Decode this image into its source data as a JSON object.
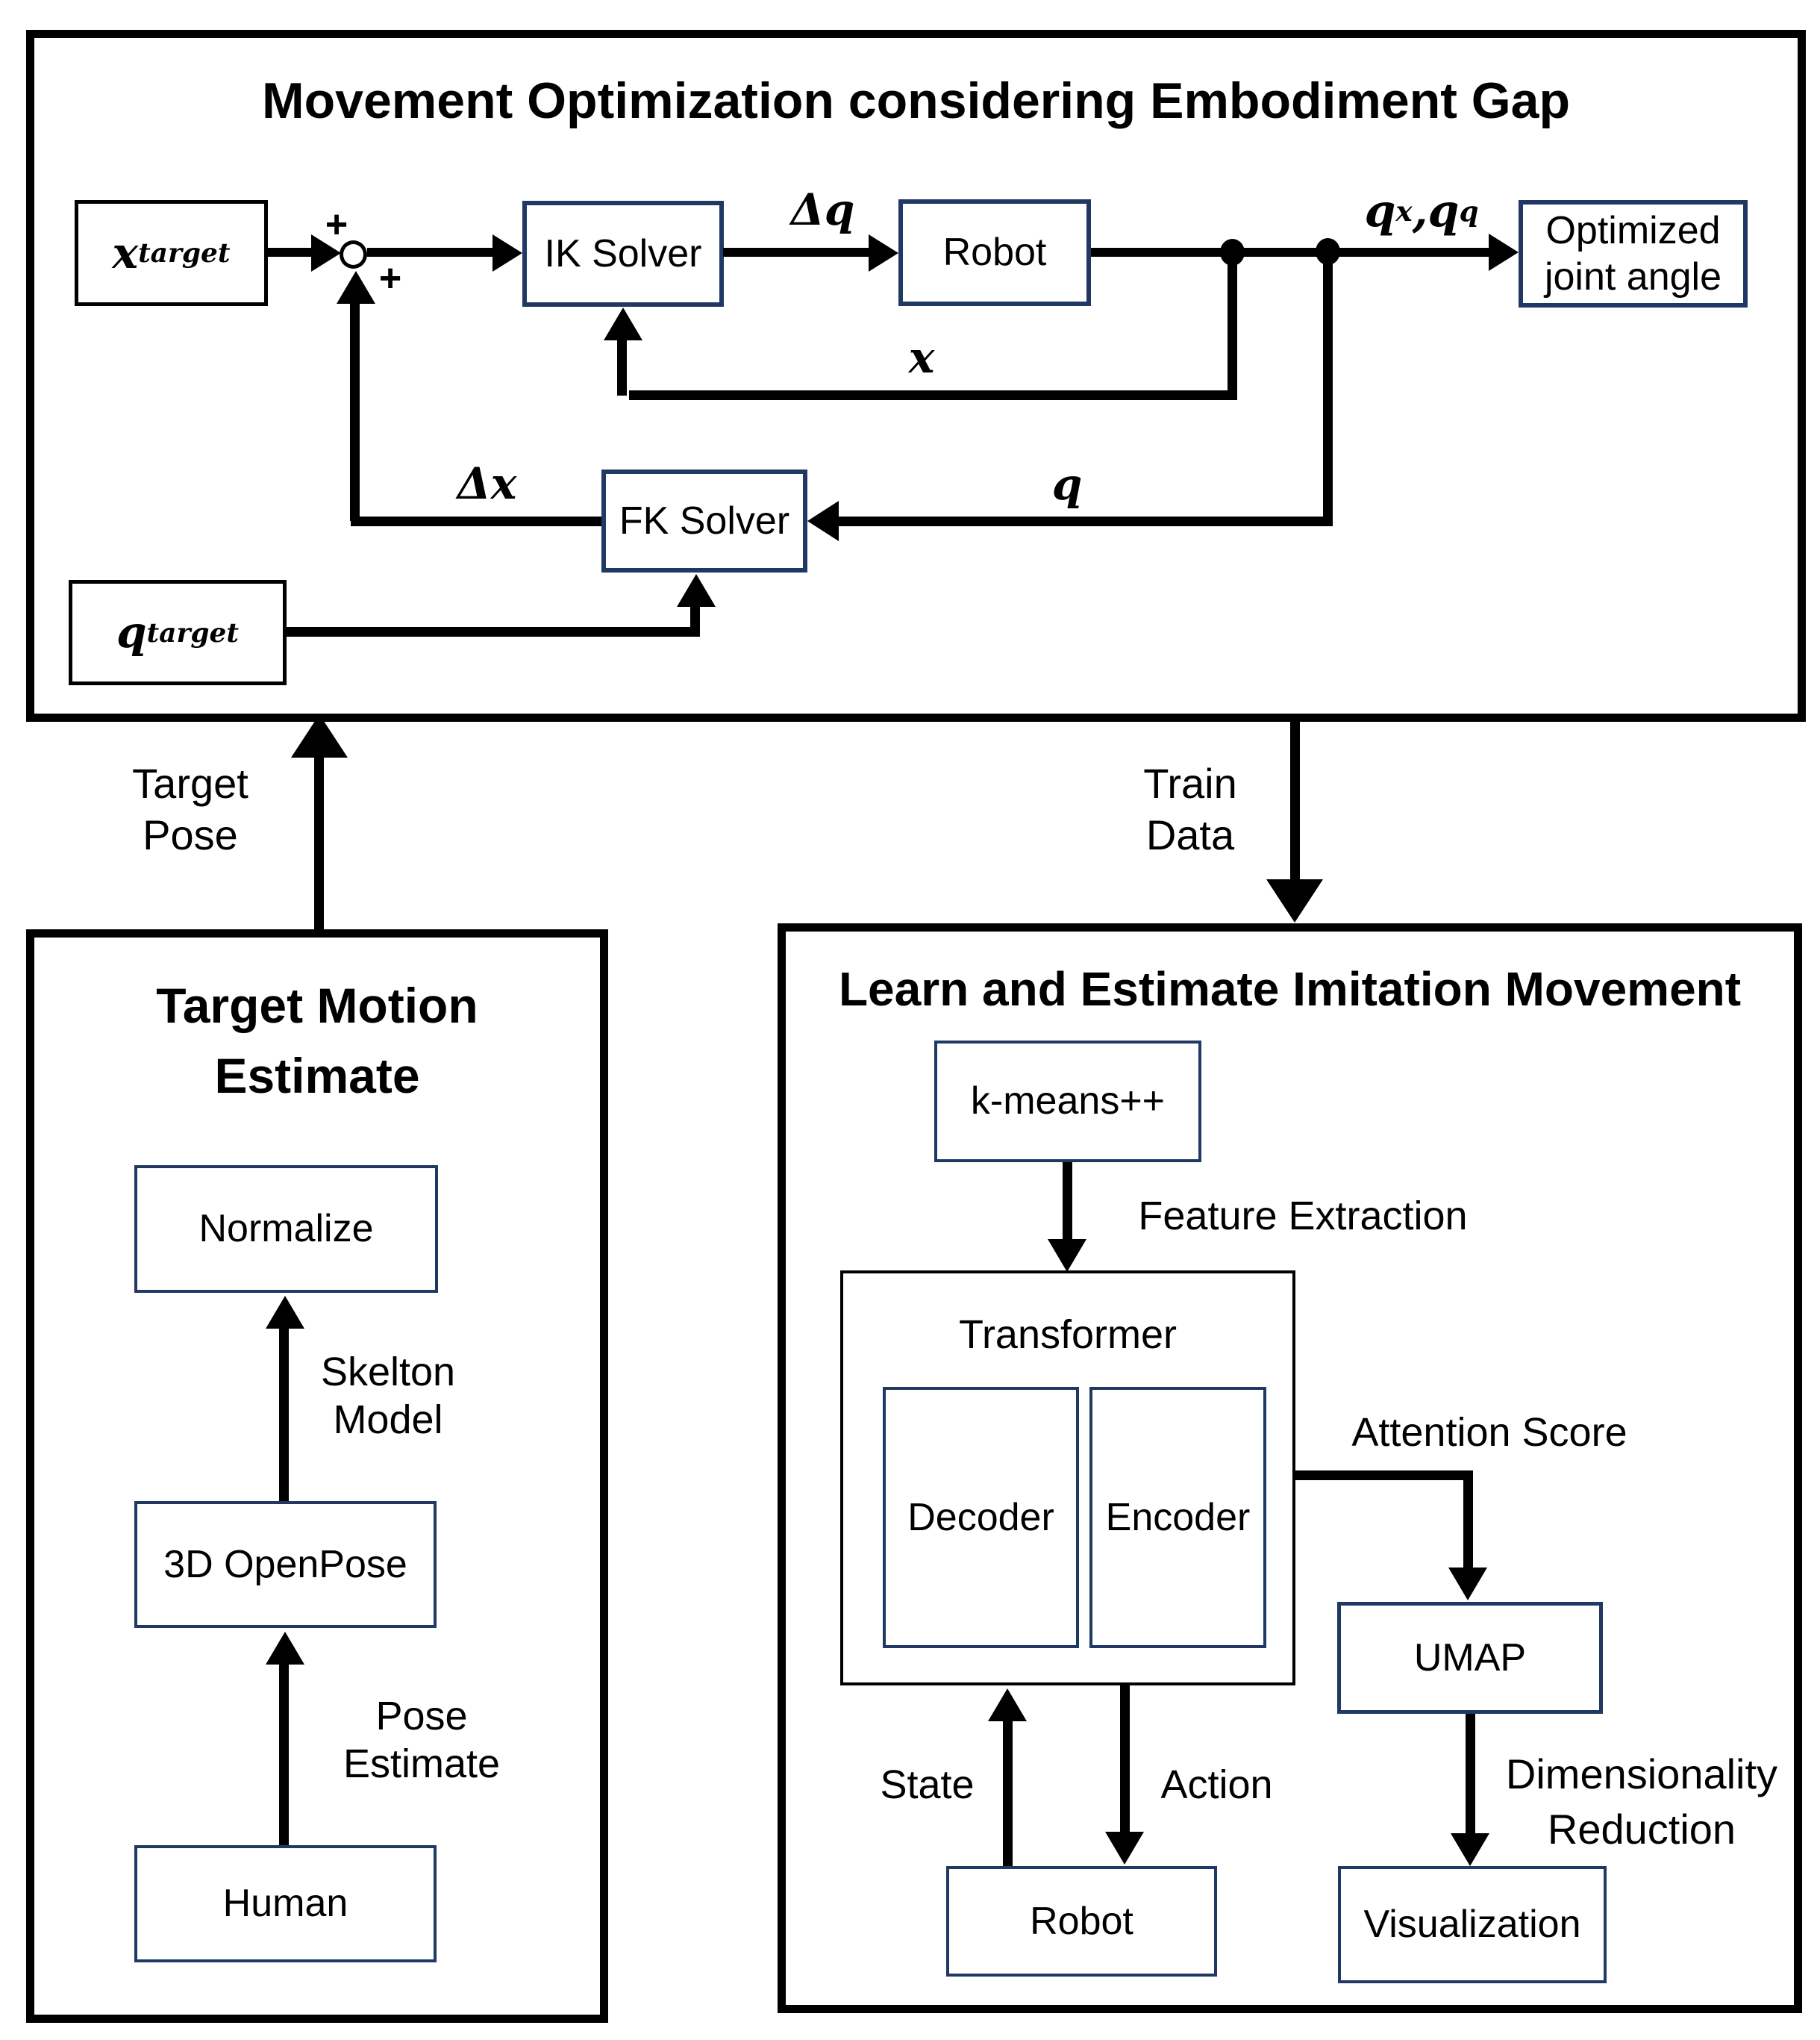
{
  "colors": {
    "ink": "#000000",
    "navy": "#1f3864",
    "background": "#ffffff"
  },
  "top_panel": {
    "title": "Movement Optimization considering Embodiment Gap",
    "x_target": {
      "base": "x",
      "sub": "target"
    },
    "q_target": {
      "base": "q",
      "sub": "target"
    },
    "ik_solver": "IK Solver",
    "robot": "Robot",
    "optimized_line1": "Optimized",
    "optimized_line2": "joint angle",
    "fk_solver": "FK Solver",
    "delta_q": "Δq",
    "delta_x": "Δx",
    "x_label": "x",
    "q_label": "q",
    "qx_qq": {
      "base1": "q",
      "sub1": "x",
      "sep": ", ",
      "base2": "q",
      "sub2": "q"
    },
    "plus_top": "+",
    "plus_bottom": "+"
  },
  "connectors": {
    "target_pose_line1": "Target",
    "target_pose_line2": "Pose",
    "train_data_line1": "Train",
    "train_data_line2": "Data"
  },
  "left_panel": {
    "title_line1": "Target Motion",
    "title_line2": "Estimate",
    "normalize": "Normalize",
    "skelton_line1": "Skelton",
    "skelton_line2": "Model",
    "openpose": "3D OpenPose",
    "pose_estimate_line1": "Pose",
    "pose_estimate_line2": "Estimate",
    "human": "Human"
  },
  "right_panel": {
    "title": "Learn and Estimate Imitation Movement",
    "kmeans": "k-means++",
    "feature_extraction": "Feature Extraction",
    "transformer": "Transformer",
    "decoder": "Decoder",
    "encoder": "Encoder",
    "attention_score": "Attention Score",
    "umap": "UMAP",
    "dim_reduction_line1": "Dimensionality",
    "dim_reduction_line2": "Reduction",
    "visualization": "Visualization",
    "state": "State",
    "action": "Action",
    "robot": "Robot"
  }
}
